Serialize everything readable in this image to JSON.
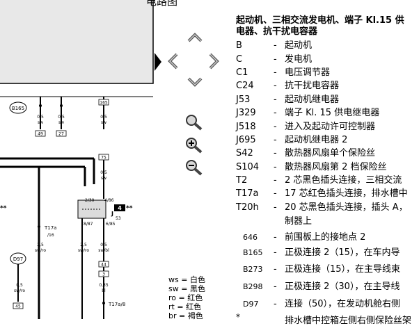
{
  "window": {
    "title": "电路图"
  },
  "legend": {
    "heading_line1": "起动机、三相交流发电机、端子 Kl.15 供",
    "heading_line2": "电器、抗干扰电容器",
    "items": [
      {
        "code": "B",
        "dash": "-",
        "desc": "起动机"
      },
      {
        "code": "C",
        "dash": "-",
        "desc": "发电机"
      },
      {
        "code": "C1",
        "dash": "-",
        "desc": "电压调节器"
      },
      {
        "code": "C24",
        "dash": "-",
        "desc": "抗干扰电容器"
      },
      {
        "code": "J53",
        "dash": "-",
        "desc": "起动机继电器"
      },
      {
        "code": "J329",
        "dash": "-",
        "desc": "端子 Kl. 15 供电继电器"
      },
      {
        "code": "J518",
        "dash": "-",
        "desc": "进入及起动许可控制器"
      },
      {
        "code": "J695",
        "dash": "-",
        "desc": "起动机继电器 2"
      },
      {
        "code": "S42",
        "dash": "-",
        "desc": "散热器风扇单个保险丝"
      },
      {
        "code": "S104",
        "dash": "-",
        "desc": "散热器风扇第 2 档保险丝"
      },
      {
        "code": "T2",
        "dash": "-",
        "desc": "2 芯黑色插头连接，三相交流"
      },
      {
        "code": "T17a",
        "dash": "-",
        "desc": "17 芯红色插头连接，排水槽中"
      },
      {
        "code": "T20h",
        "dash": "-",
        "desc": "20 芯黑色插头连接，插头 A，"
      }
    ],
    "t20h_cont": "制器上",
    "items2": [
      {
        "code": "646",
        "dash": "-",
        "desc": "前围板上的接地点 2"
      },
      {
        "code": "B165",
        "dash": "-",
        "desc": "正极连接 2（15），在车内导"
      },
      {
        "code": "B273",
        "dash": "-",
        "desc": "正极连接（15），在主导线束"
      },
      {
        "code": "B298",
        "dash": "-",
        "desc": "正极连接 2（30），在主导线"
      },
      {
        "code": "D97",
        "dash": "-",
        "desc": "连接（50），在发动机舱右侧"
      }
    ],
    "last_stub": "*",
    "last_partial": "排水槽中控箱左侧右侧保险丝架"
  },
  "color_key": [
    {
      "abbr": "ws",
      "sep": "=",
      "name": "白色"
    },
    {
      "abbr": "sw",
      "sep": "=",
      "name": "黑色"
    },
    {
      "abbr": "ro",
      "sep": "=",
      "name": "红色"
    },
    {
      "abbr": "rt",
      "sep": "=",
      "name": "红色"
    },
    {
      "abbr": "br",
      "sep": "=",
      "name": "褐色"
    }
  ],
  "diagram": {
    "b165": "B165",
    "w1_size": "0,5",
    "w1_color": "sw",
    "w1_pin": "49",
    "w2_size": "0,5",
    "w2_color": "sw",
    "w2_pin": "27",
    "w3_size": "0,5",
    "w3_color": "sw",
    "fuse_top": "165",
    "fuse_75": "75",
    "w4_size": "0,5",
    "w4_color": "sw",
    "relay_pin_230": "2/30",
    "relay_pin_486": "4/86",
    "relay_pin_887": "8/87",
    "relay_pin_685": "6/85",
    "relay_label": "J",
    "relay_sub": "53",
    "badge4": "4",
    "stars_left": "**",
    "stars_right": "**",
    "t17a": "T17a",
    "t17a_pin": "/16",
    "d97": "D97",
    "w5_size": "2,5",
    "w5_color": "sw/ro",
    "w6_size": "2,5",
    "w6_color": "sw/ro",
    "w7_size": "0,5",
    "w7_color": "sw/bl",
    "w8_size": "0,5",
    "w8_color": "sw/ro",
    "pin45": "45",
    "pin44": "44",
    "pin3": "3",
    "w9_size": "0,35",
    "w9_color": "bl",
    "t17a8": "T17a/8"
  },
  "colors": {
    "line": "#000000",
    "box_fill": "#e8e8e8",
    "relay_fill": "#dcdcdc"
  },
  "icons": {
    "nav": [
      "arrow-up-icon",
      "arrow-left-icon",
      "arrow-right-icon",
      "arrow-down-icon",
      "triangle-right-icon"
    ],
    "zoom": [
      "zoom-fit-icon",
      "zoom-in-icon",
      "zoom-out-icon"
    ]
  }
}
